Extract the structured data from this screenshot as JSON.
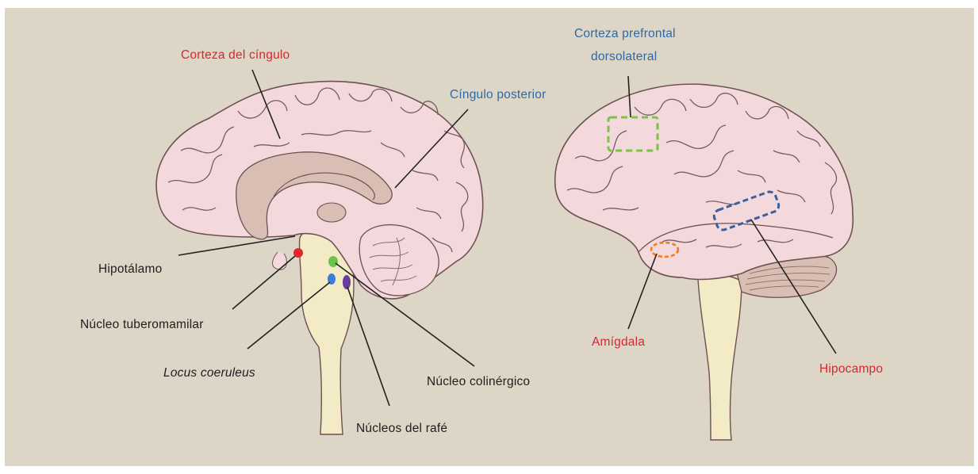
{
  "labels": {
    "cingulate_cortex": "Corteza del cíngulo",
    "posterior_cingulate": "Cíngulo posterior",
    "dlpfc_line1": "Corteza prefrontal",
    "dlpfc_line2": "dorsolateral",
    "hypothalamus": "Hipotálamo",
    "tuberomammillary": "Núcleo tuberomamilar",
    "locus_coeruleus": "Locus coeruleus",
    "cholinergic": "Núcleo colinérgico",
    "raphe": "Núcleos del rafé",
    "amygdala": "Amígdala",
    "hippocampus": "Hipocampo"
  },
  "colors": {
    "background": "#ddd5c6",
    "brain_fill": "#f3d9dc",
    "brain_stroke": "#6e5055",
    "brainstem_fill": "#f2ebc6",
    "inner_region": "#d9bfb3",
    "red_label": "#d8262f",
    "blue_label": "#2b6aa8",
    "hypothalamus_dot": "#e02828",
    "tuberomammillary_dot": "#3b7dd8",
    "cholinergic_dot": "#6cc24a",
    "raphe_dot": "#6a3d9a",
    "dlpfc_box": "#7dc242",
    "hippocampus_box": "#3a5f9a",
    "amygdala_ellipse": "#f07d20"
  }
}
